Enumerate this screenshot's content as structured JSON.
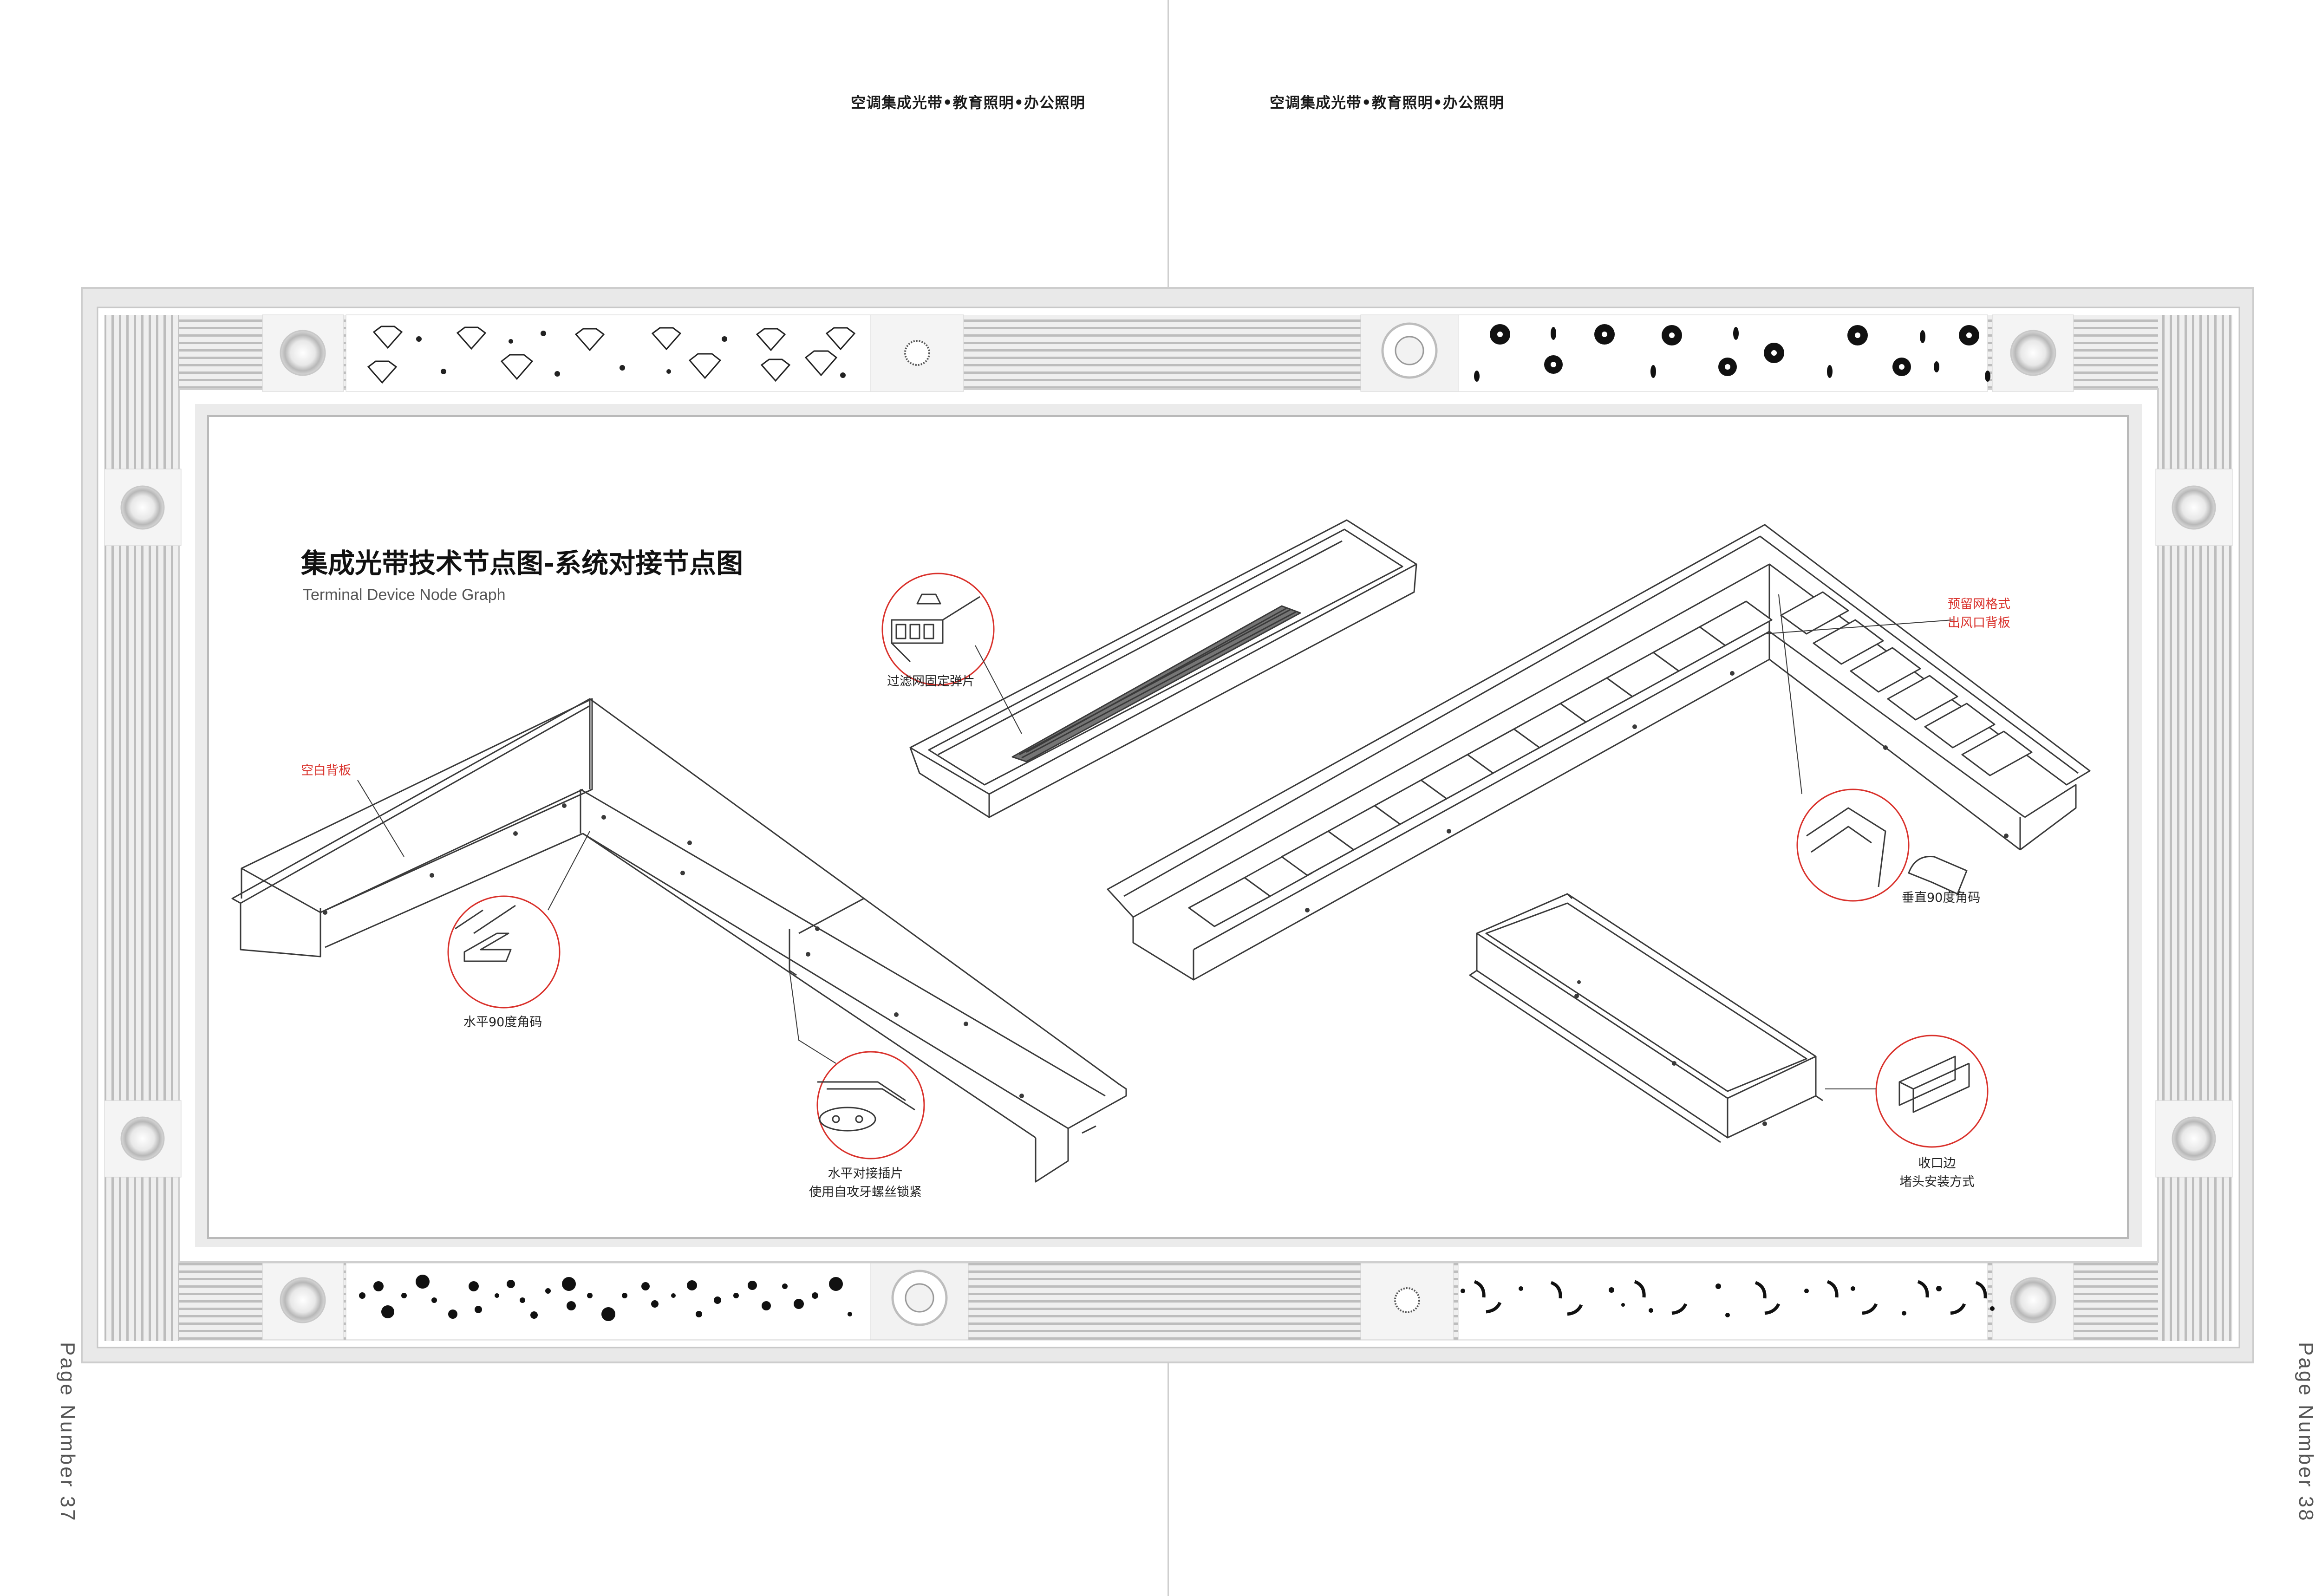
{
  "header": {
    "left_text": "空调集成光带•教育照明•办公照明",
    "right_text": "空调集成光带•教育照明•办公照明"
  },
  "page_numbers": {
    "left": "Page Number  37",
    "right": "Page Number  38"
  },
  "diagram": {
    "title": "集成光带技术节点图-系统对接节点图",
    "subtitle": "Terminal Device Node Graph",
    "labels": {
      "blank_backplate": "空白背板",
      "horizontal_corner": "水平90度角码",
      "splice_line1": "水平对接插片",
      "splice_line2": "使用自攻牙螺丝锁紧",
      "filter_clip": "过滤网固定弹片",
      "grid_line1": "预留网格式",
      "grid_line2": "出风口背板",
      "vertical_corner": "垂直90度角码",
      "edge_line1": "收口边",
      "edge_line2": "堵头安装方式"
    }
  },
  "colors": {
    "accent_red": "#d9312b",
    "line": "#3a3a3a",
    "frame_grey": "#e4e4e4"
  }
}
